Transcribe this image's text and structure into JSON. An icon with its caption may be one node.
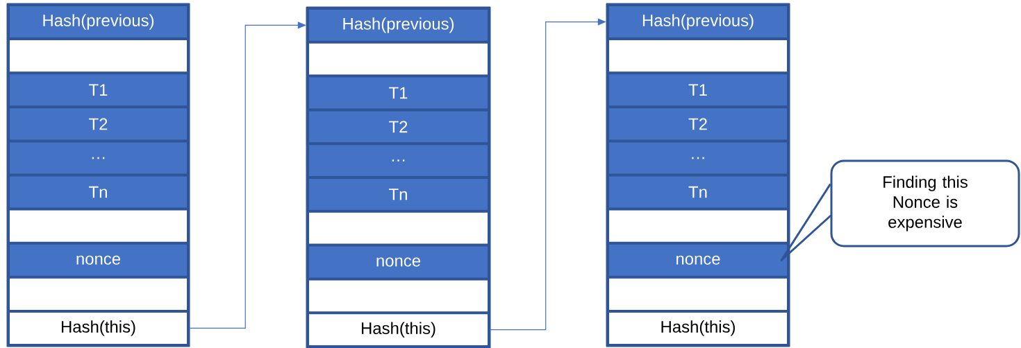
{
  "diagram": {
    "nodes": [
      {
        "text": [],
        "shape": "box"
      },
      {
        "text": [
          "Hash(previous)"
        ],
        "in": 0
      },
      {
        "text": [],
        "shape": "box",
        "in": 0
      },
      {
        "text": [
          "T1"
        ],
        "in": 0
      },
      {
        "text": [
          "T2"
        ],
        "in": 0
      },
      {
        "text": [
          "…"
        ],
        "in": 0
      },
      {
        "text": [
          "Tn"
        ],
        "in": 0
      },
      {
        "text": [],
        "shape": "box",
        "in": 0
      },
      {
        "text": [
          "nonce"
        ],
        "in": 0
      },
      {
        "text": [],
        "shape": "box",
        "in": 0
      },
      {
        "text": [
          "Hash(this)"
        ],
        "in": 0
      },
      {
        "text": [],
        "shape": "box"
      },
      {
        "text": [
          "Hash(previous)"
        ],
        "in": 11
      },
      {
        "text": [],
        "shape": "box",
        "in": 11
      },
      {
        "text": [
          "T1"
        ],
        "in": 11
      },
      {
        "text": [
          "T2"
        ],
        "in": 11
      },
      {
        "text": [
          "…"
        ],
        "in": 11
      },
      {
        "text": [
          "Tn"
        ],
        "in": 11
      },
      {
        "text": [],
        "shape": "box",
        "in": 11
      },
      {
        "text": [
          "nonce"
        ],
        "in": 11
      },
      {
        "text": [],
        "shape": "box",
        "in": 11
      },
      {
        "text": [
          "Hash(this)"
        ],
        "in": 11
      },
      {
        "text": [],
        "shape": "box"
      },
      {
        "text": [
          "Hash(previous)"
        ],
        "in": 22
      },
      {
        "text": [],
        "shape": "box",
        "in": 22
      },
      {
        "text": [
          "T1"
        ],
        "in": 22
      },
      {
        "text": [
          "T2"
        ],
        "in": 22
      },
      {
        "text": [
          "…"
        ],
        "in": 22
      },
      {
        "text": [
          "Tn"
        ],
        "in": 22
      },
      {
        "text": [],
        "shape": "box",
        "in": 22
      },
      {
        "text": [
          "nonce"
        ],
        "in": 22
      },
      {
        "text": [],
        "shape": "box",
        "in": 22
      },
      {
        "text": [
          "Hash(this)"
        ],
        "in": 22
      },
      {
        "text": [
          "Finding this Nonce is expensive"
        ]
      }
    ],
    "edges": [
      {
        "from": 10,
        "to": 12,
        "arrow": "to"
      },
      {
        "from": 21,
        "to": 23,
        "arrow": "to"
      },
      {
        "from": 33,
        "to": 30,
        "arrow": "none",
        "color": "#2f5597"
      }
    ]
  }
}
